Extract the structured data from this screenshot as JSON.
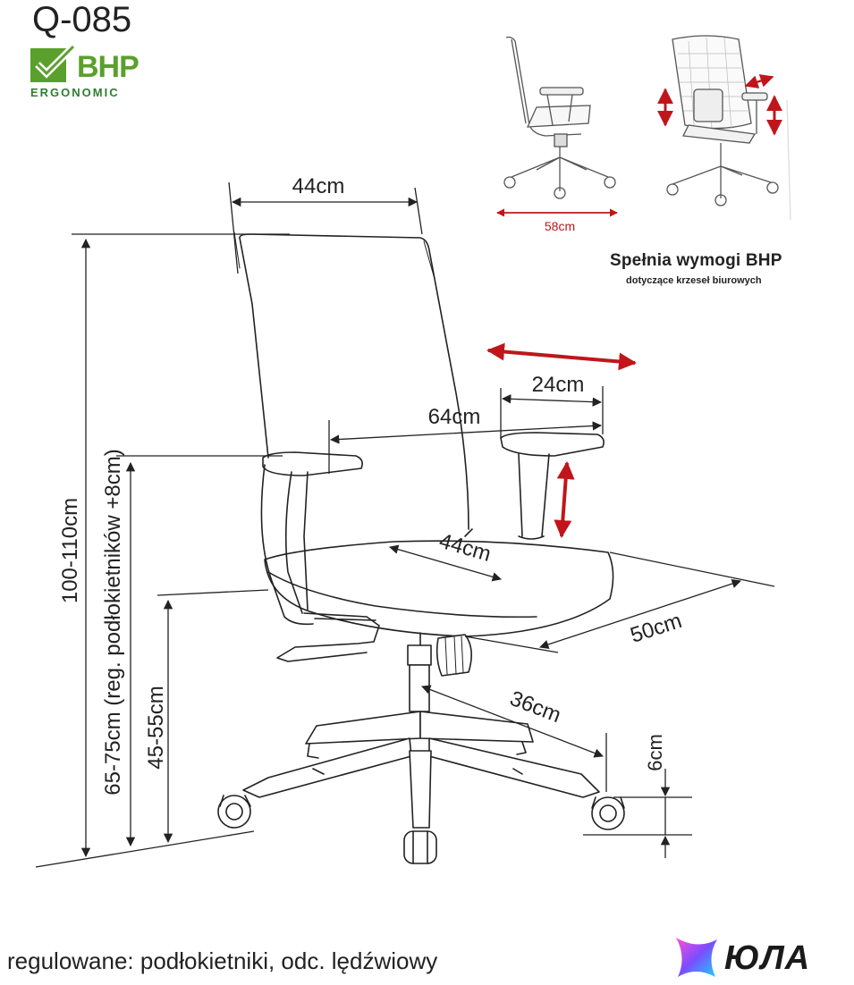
{
  "header": {
    "model_code": "Q-085",
    "logo_text": "BHP",
    "logo_subtext": "ERGONOMIC"
  },
  "badge": {
    "line1": "Spełnia wymogi BHP",
    "line2": "dotyczące krzeseł biurowych"
  },
  "dimensions": {
    "backrest_width": "44cm",
    "total_height": "100-110cm",
    "armrest_height": "65-75cm (reg. podłokietników +8cm)",
    "seat_height": "45-55cm",
    "armrest_span": "64cm",
    "armrest_length": "24cm",
    "seat_width": "44cm",
    "seat_depth": "50cm",
    "base_radius": "36cm",
    "caster_height": "6cm",
    "base_width_thumb": "58cm"
  },
  "footer": {
    "adjustable_note": "regulowane: podłokietniki, odc. lędźwiowy",
    "brand": "ЮЛА"
  },
  "colors": {
    "line": "#222222",
    "accent_red": "#c0161b",
    "logo_green": "#5aa02c"
  }
}
